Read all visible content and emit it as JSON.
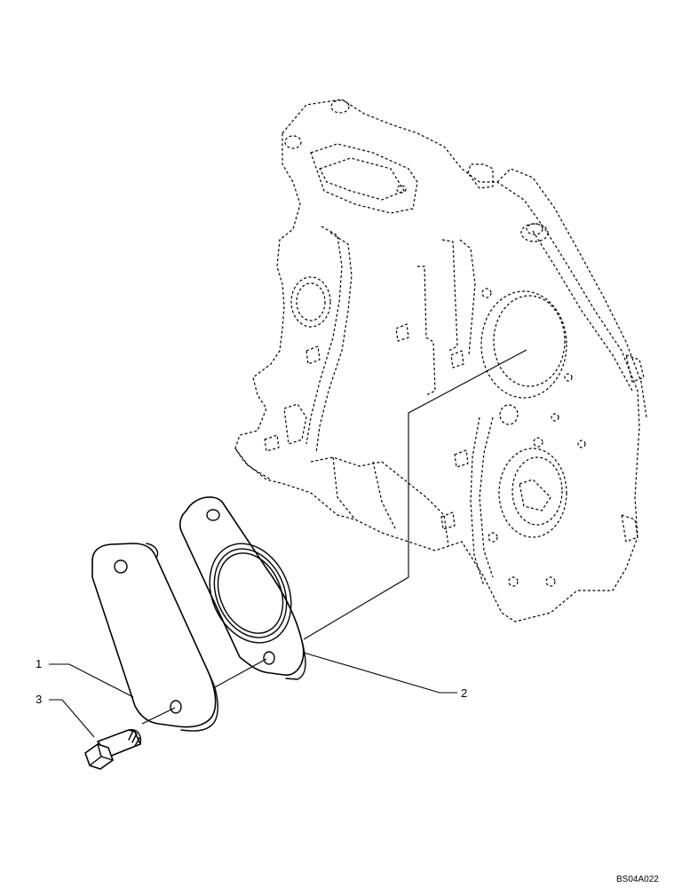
{
  "callouts": {
    "item_1": "1",
    "item_2": "2",
    "item_3": "3"
  },
  "figure_code": "BS04A022"
}
